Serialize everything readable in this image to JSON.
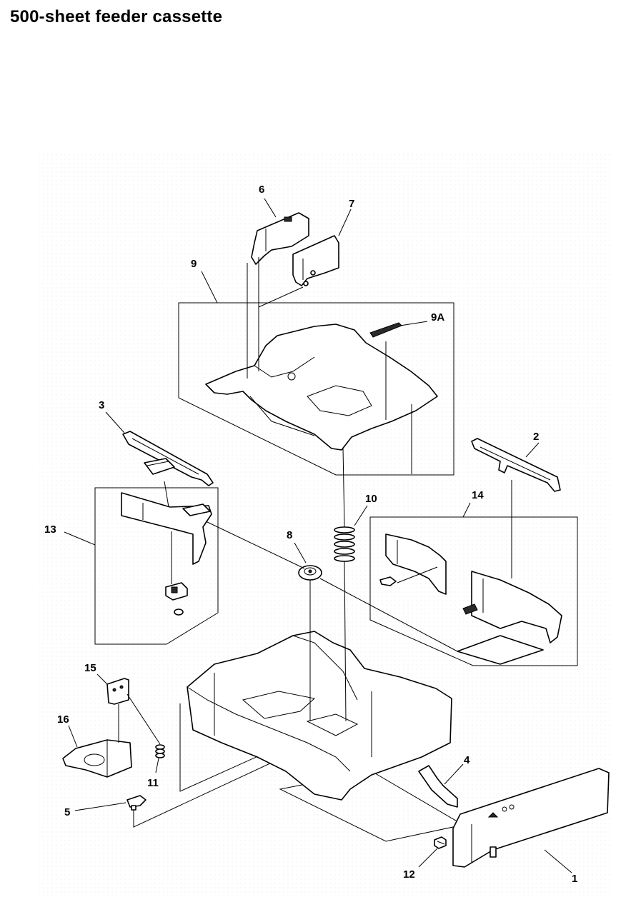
{
  "title": "500-sheet feeder cassette",
  "callouts": {
    "c1": "1",
    "c2": "2",
    "c3": "3",
    "c4": "4",
    "c5": "5",
    "c6": "6",
    "c7": "7",
    "c8": "8",
    "c9": "9",
    "c9a": "9A",
    "c10": "10",
    "c11": "11",
    "c12": "12",
    "c13": "13",
    "c14": "14",
    "c15": "15",
    "c16": "16"
  }
}
